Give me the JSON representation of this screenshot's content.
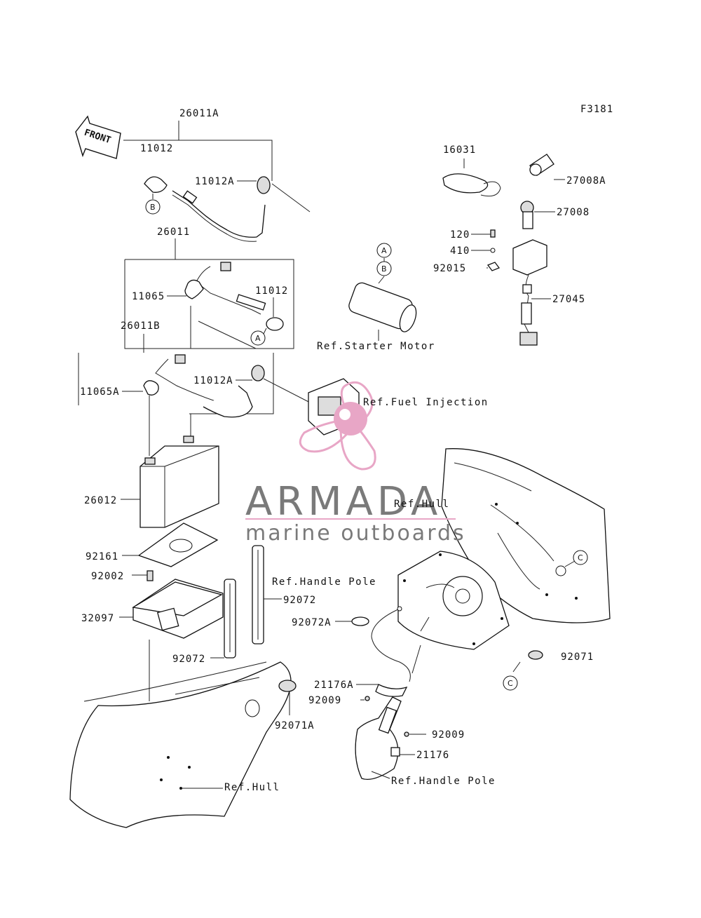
{
  "figure_code": "F3181",
  "front_arrow": "FRONT",
  "brand": {
    "name": "ARMADA",
    "tagline": "marine outboards",
    "color_pink": "#e8a6c6",
    "color_gray": "#7a7a7a"
  },
  "part_labels": {
    "p26011A": "26011A",
    "p11012_top": "11012",
    "p11012A_top": "11012A",
    "p26011": "26011",
    "p11065": "11065",
    "p11012_mid": "11012",
    "p26011B": "26011B",
    "p11065A": "11065A",
    "p11012A_mid": "11012A",
    "p26012": "26012",
    "p92161": "92161",
    "p92002": "92002",
    "p32097": "32097",
    "p92072_left": "92072",
    "p92072_right": "92072",
    "p92071A": "92071A",
    "p16031": "16031",
    "p27008A": "27008A",
    "p27008": "27008",
    "p120": "120",
    "p410": "410",
    "p92015": "92015",
    "p27045": "27045",
    "p92072A": "92072A",
    "p21176A": "21176A",
    "p92009_left": "92009",
    "p92009_right": "92009",
    "p21176": "21176",
    "p92071": "92071"
  },
  "ref_labels": {
    "starter_motor": "Ref.Starter Motor",
    "fuel_injection": "Ref.Fuel Injection",
    "hull_right": "Ref.Hull",
    "handle_pole_mid": "Ref.Handle Pole",
    "hull_left": "Ref.Hull",
    "handle_pole_bottom": "Ref.Handle Pole"
  },
  "callouts": {
    "b_top": "B",
    "a_mid": "A",
    "a_starter": "A",
    "b_starter": "B",
    "c_hull": "C",
    "c_low": "C"
  }
}
